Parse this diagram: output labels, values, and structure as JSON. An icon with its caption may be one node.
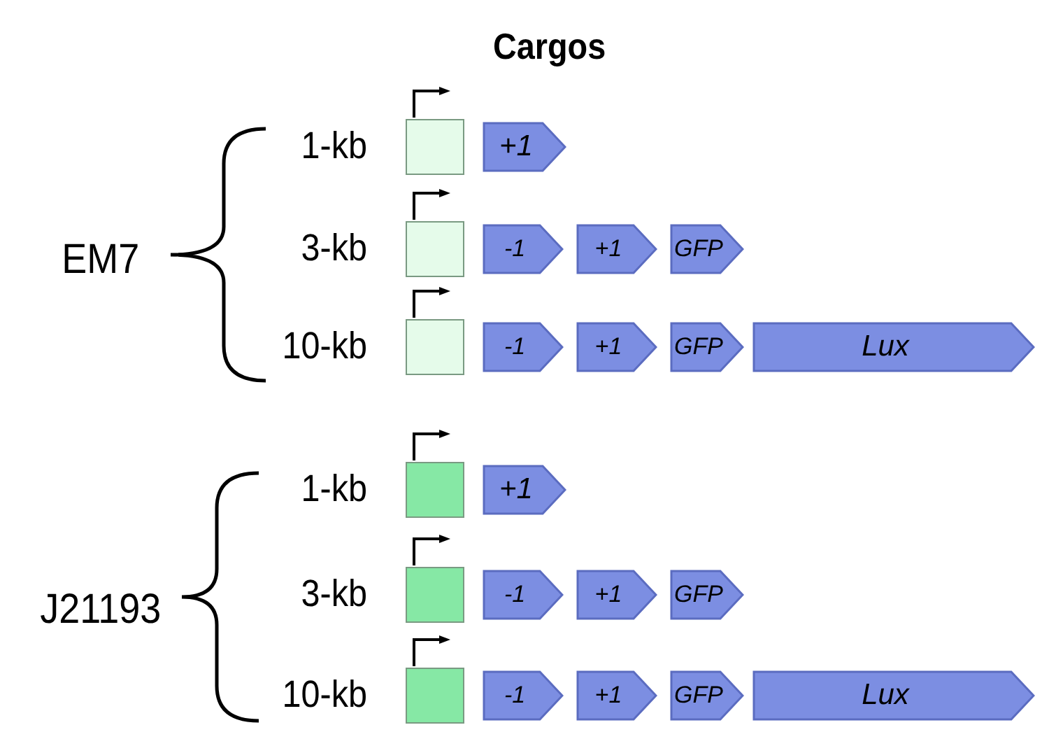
{
  "diagram": {
    "title": "Cargos",
    "nodes": [
      {
        "text": [],
        "shape": "box"
      },
      {
        "text": [
          "+1"
        ]
      },
      {
        "text": [],
        "shape": "box"
      },
      {
        "text": [
          "-1"
        ]
      },
      {
        "text": [
          "+1"
        ]
      },
      {
        "text": [
          "GFP"
        ]
      },
      {
        "text": [],
        "shape": "box"
      },
      {
        "text": [
          "-1"
        ]
      },
      {
        "text": [
          "+1"
        ]
      },
      {
        "text": [
          "GFP"
        ]
      },
      {
        "text": [
          "Lux"
        ]
      },
      {
        "text": [],
        "shape": "box"
      },
      {
        "text": [
          "+1"
        ]
      },
      {
        "text": [],
        "shape": "box"
      },
      {
        "text": [
          "-1"
        ]
      },
      {
        "text": [
          "+1"
        ]
      },
      {
        "text": [
          "GFP"
        ]
      },
      {
        "text": [],
        "shape": "box"
      },
      {
        "text": [
          "-1"
        ]
      },
      {
        "text": [
          "+1"
        ]
      },
      {
        "text": [
          "GFP"
        ]
      },
      {
        "text": [
          "Lux"
        ]
      }
    ],
    "edges": [],
    "labels": [
      "1-kb",
      "EM7",
      "3-kb",
      "10-kb",
      "1-kb",
      "J21193",
      "3-kb",
      "10-kb"
    ]
  }
}
